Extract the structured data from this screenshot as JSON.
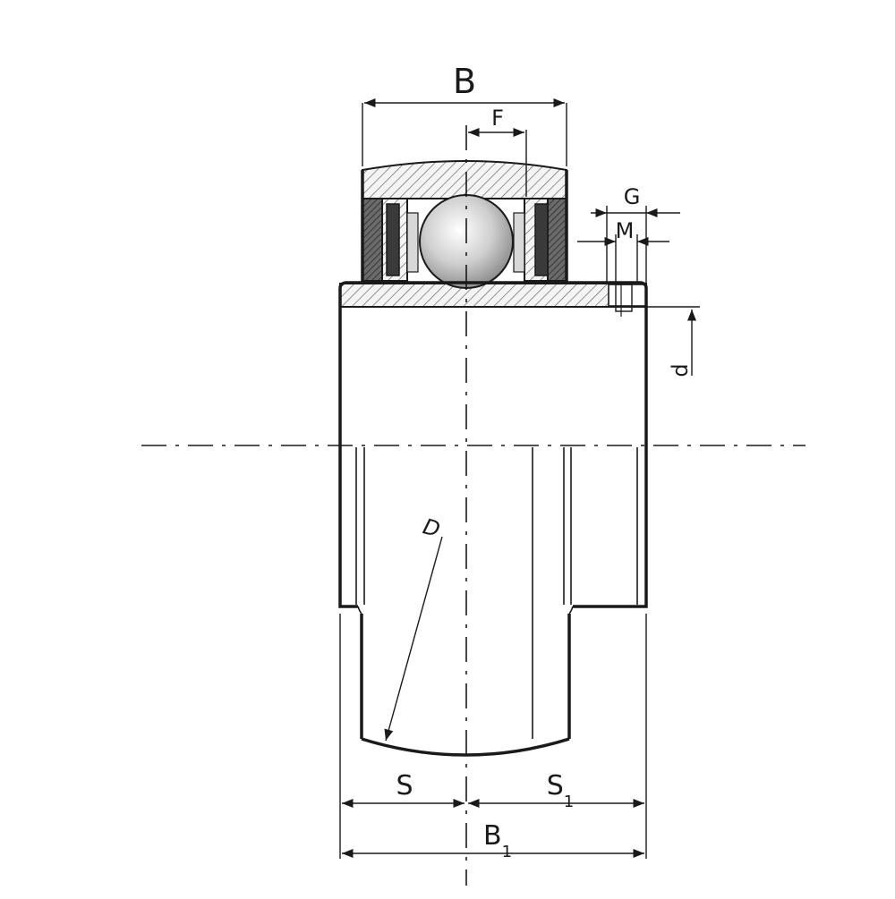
{
  "labels": {
    "B": "B",
    "F": "F",
    "G": "G",
    "M": "M",
    "d": "d",
    "D": "D",
    "S": "S",
    "S1_main": "S",
    "S1_sub": "1",
    "B1_main": "B",
    "B1_sub": "1"
  }
}
